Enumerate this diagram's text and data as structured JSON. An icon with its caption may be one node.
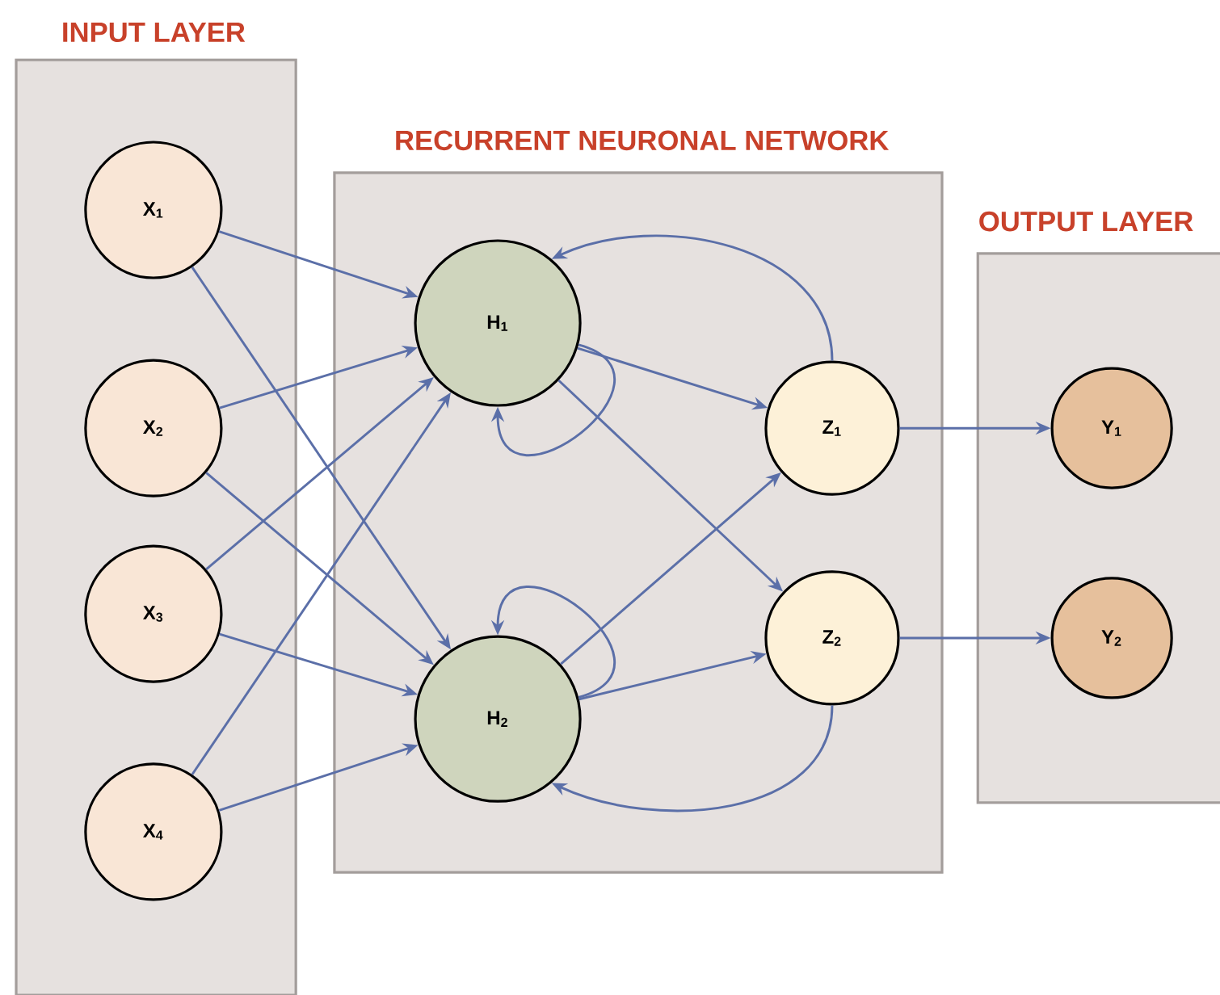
{
  "diagram": {
    "nodes": [
      {
        "text": [
          "INPUT LAYER"
        ]
      },
      {
        "text": [
          "X$_{1}$"
        ],
        "in": 0
      },
      {
        "text": [
          "X$_{2}$"
        ],
        "in": 0
      },
      {
        "text": [
          "X$_{3}$"
        ],
        "in": 0
      },
      {
        "text": [
          "X$_{4}$"
        ],
        "in": 0
      },
      {
        "text": [
          "RECURRENT NEURONAL NETWORK"
        ]
      },
      {
        "text": [
          "H$_{1}$"
        ],
        "in": 5
      },
      {
        "text": [
          "H$_{2}$"
        ],
        "in": 5
      },
      {
        "text": [
          "Z$_{1}$"
        ],
        "in": 5
      },
      {
        "text": [
          "Z$_{2}$"
        ],
        "in": 5
      },
      {
        "text": [
          "OUTPUT LAYER"
        ]
      },
      {
        "text": [
          "Y$_{1}$"
        ],
        "in": 10
      },
      {
        "text": [
          "Y$_{2}$"
        ],
        "in": 10
      }
    ],
    "edges": [
      {
        "from": 1,
        "to": 6,
        "arrow": "to"
      },
      {
        "from": 1,
        "to": 7,
        "arrow": "to"
      },
      {
        "from": 2,
        "to": 6,
        "arrow": "to"
      },
      {
        "from": 2,
        "to": 7,
        "arrow": "to"
      },
      {
        "from": 3,
        "to": 6,
        "arrow": "to"
      },
      {
        "from": 3,
        "to": 7,
        "arrow": "to"
      },
      {
        "from": 4,
        "to": 6,
        "arrow": "to"
      },
      {
        "from": 4,
        "to": 7,
        "arrow": "to"
      },
      {
        "from": 6,
        "to": 6,
        "arrow": "to"
      },
      {
        "from": 7,
        "to": 7,
        "arrow": "to"
      },
      {
        "from": 6,
        "to": 8,
        "arrow": "to"
      },
      {
        "from": 6,
        "to": 9,
        "arrow": "to"
      },
      {
        "from": 7,
        "to": 8,
        "arrow": "to"
      },
      {
        "from": 7,
        "to": 9,
        "arrow": "to"
      },
      {
        "from": 8,
        "to": 6,
        "arrow": "to"
      },
      {
        "from": 9,
        "to": 7,
        "arrow": "to"
      },
      {
        "from": 8,
        "to": 11,
        "arrow": "to"
      },
      {
        "from": 9,
        "to": 12,
        "arrow": "to"
      }
    ]
  }
}
